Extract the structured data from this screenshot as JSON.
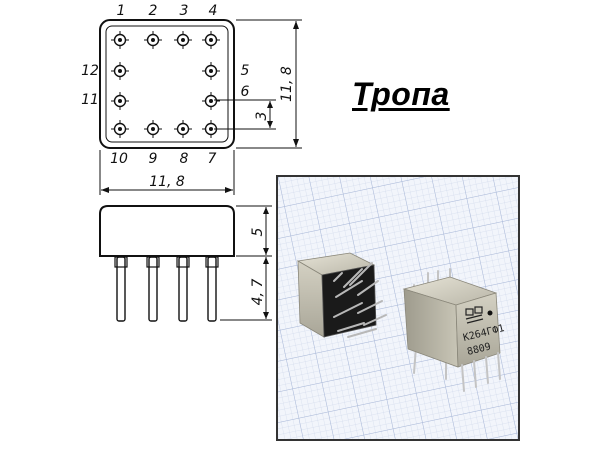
{
  "brand": {
    "name": "Тропа",
    "color": "#000000"
  },
  "top_view": {
    "pins_top": [
      "1",
      "2",
      "3",
      "4"
    ],
    "pins_bottom": [
      "10",
      "9",
      "8",
      "7"
    ],
    "pins_left": [
      "12",
      "11"
    ],
    "pins_right": [
      "5",
      "6"
    ],
    "dim_width": "11, 8",
    "dim_height": "11, 8",
    "dim_pitch": "3"
  },
  "side_view": {
    "dim_body_height": "5",
    "dim_lead_length": "4, 7"
  },
  "photo": {
    "marking_line1": "К264ГФ1",
    "marking_line2": "8809",
    "body_color": "#c9c6b8",
    "grid_color": "#c5d0e6",
    "paper_color": "#f2f5fb"
  }
}
